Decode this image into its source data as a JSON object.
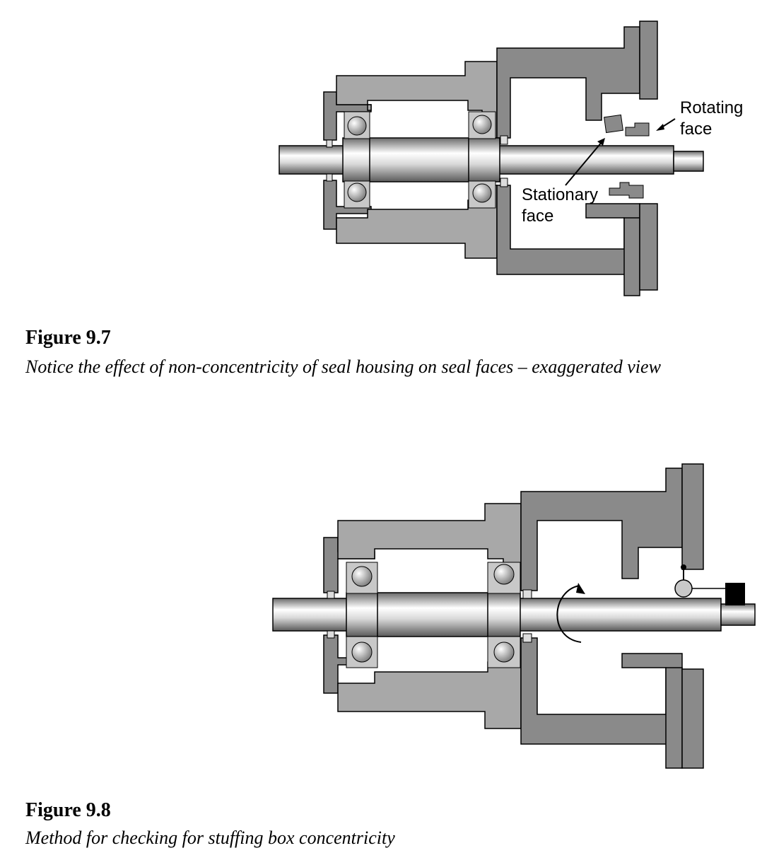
{
  "figure_1": {
    "number": "Figure 9.7",
    "caption": "Notice the effect of non-concentricity of seal housing on seal faces – exaggerated view",
    "labels": {
      "rotating_line1": "Rotating",
      "rotating_line2": "face",
      "stationary_line1": "Stationary",
      "stationary_line2": "face"
    }
  },
  "figure_2": {
    "number": "Figure 9.8",
    "caption": "Method for checking for stuffing box concentricity"
  },
  "colors": {
    "housing_dark": "#8a8a8a",
    "housing_light": "#a8a8a8",
    "bearing_race": "#c8c8c8",
    "outline": "#000000",
    "indicator_block": "#000000"
  }
}
